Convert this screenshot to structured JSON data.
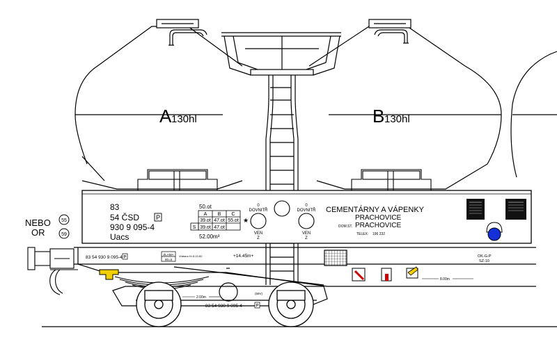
{
  "hoppers": {
    "a": {
      "letter": "A",
      "volume": "130hl"
    },
    "b": {
      "letter": "B",
      "volume": "130hl"
    }
  },
  "alt": {
    "nebo": "NEBO",
    "or": "OR",
    "code_55": "55",
    "code_59": "59"
  },
  "wagon": {
    "line1": "83",
    "line2": "54 ČSD",
    "line3": "930 9 095-4",
    "line4": "Uacs",
    "p_mark": "P"
  },
  "load_table": {
    "top": "50.ot",
    "header": [
      "A",
      "B",
      "C"
    ],
    "row1": [
      "39.ot",
      "47.ot",
      "55.ot"
    ],
    "row2_label": "S",
    "row2": [
      "39.ot",
      "47.ot"
    ],
    "star": "★",
    "volume": "52.00m³"
  },
  "valves": {
    "left": {
      "top": "DOVNITŘ",
      "bottom": "VEN",
      "zero": "0",
      "z": "Z"
    },
    "right": {
      "top": "DOVNITŘ",
      "bottom": "VEN",
      "zero": "0",
      "z": "Z"
    }
  },
  "owner": {
    "company": "CEMENTÁRNY A VÁPENKY",
    "city": "PRACHOVICE",
    "dom_label": "DOM.ST.",
    "home_station": "PRACHOVICE",
    "telex_label": "TELEX:",
    "telex": "196   232"
  },
  "frame": {
    "number": "83 54 930 9 095-4",
    "p_mark": "P",
    "number_lower": "83 54 930 9 095-4",
    "p_mark_lower": "P",
    "length": "+14.45m+",
    "dim_left": "2.00m",
    "dim_right": "8.00m",
    "small_code": "(59V)",
    "revision_box": [
      "ZLAMA",
      "80.ot"
    ],
    "revision_text": "Vrátano Kr 8.10.82",
    "right_code_top": "OK-G-P",
    "right_code_bottom": "SZ-10"
  }
}
